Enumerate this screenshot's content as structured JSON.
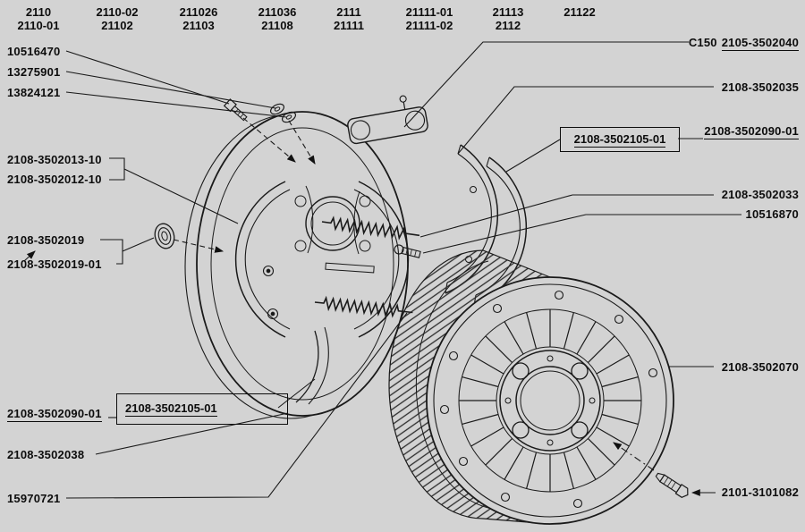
{
  "top_models": [
    {
      "line1": "2110",
      "line2": "2110-01"
    },
    {
      "line1": "2110-02",
      "line2": "21102"
    },
    {
      "line1": "211026",
      "line2": "21103"
    },
    {
      "line1": "211036",
      "line2": "21108"
    },
    {
      "line1": "2111",
      "line2": "21111"
    },
    {
      "line1": "21111-01",
      "line2": "21111-02"
    },
    {
      "line1": "21113",
      "line2": "2112"
    },
    {
      "line1": "21122",
      "line2": ""
    }
  ],
  "left_labels": [
    "10516470",
    "13275901",
    "13824121",
    "2108-3502013-10",
    "2108-3502012-10",
    "2108-3502019",
    "2108-3502019-01",
    "2108-3502090-01",
    "2108-3502038",
    "15970721"
  ],
  "right_labels": [
    {
      "prefix": "C150",
      "text": "2105-3502040"
    },
    {
      "text": "2108-3502035"
    },
    {
      "text": "2108-3502090-01"
    },
    {
      "text": "2108-3502033"
    },
    {
      "text": "10516870"
    },
    {
      "text": "2108-3502070"
    },
    {
      "text": "2101-3101082"
    }
  ],
  "boxed_labels": {
    "upper": "2108-3502105-01",
    "lower": "2108-3502105-01"
  },
  "colors": {
    "background": "#d3d3d3",
    "line": "#1a1a1a",
    "text": "#0d0d0d"
  }
}
